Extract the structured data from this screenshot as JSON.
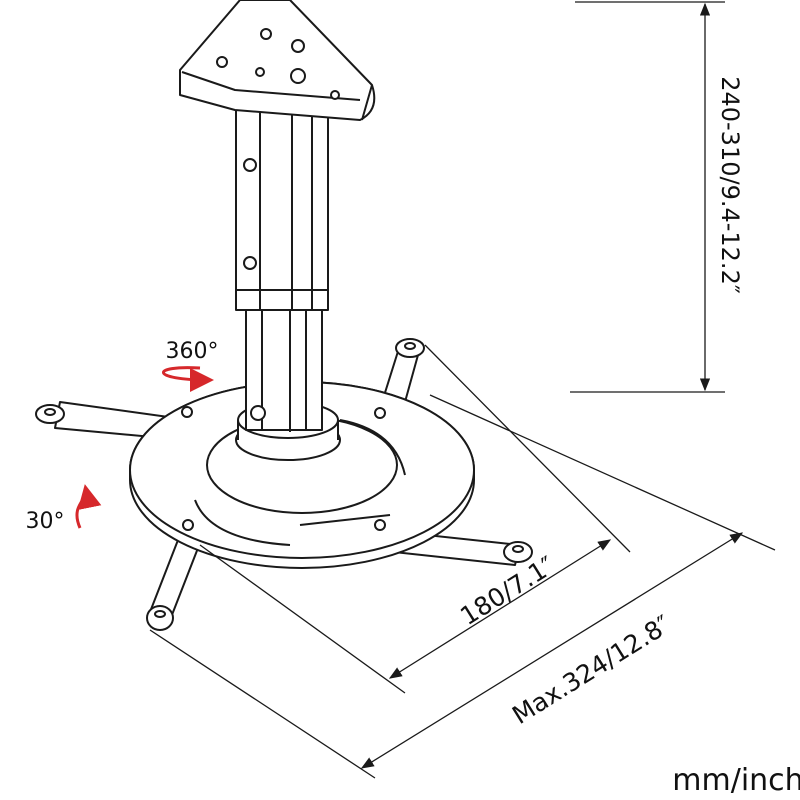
{
  "title": "Projector ceiling mount dimensions",
  "labels": {
    "rotation": "360°",
    "tilt": "30°",
    "height": "240-310/9.4-12.2″",
    "plate_width": "180/7.1″",
    "max_span": "Max.324/12.8″",
    "units": "mm/inch"
  },
  "colors": {
    "line": "#1a1a1a",
    "arrow_accent": "#d6282b"
  }
}
